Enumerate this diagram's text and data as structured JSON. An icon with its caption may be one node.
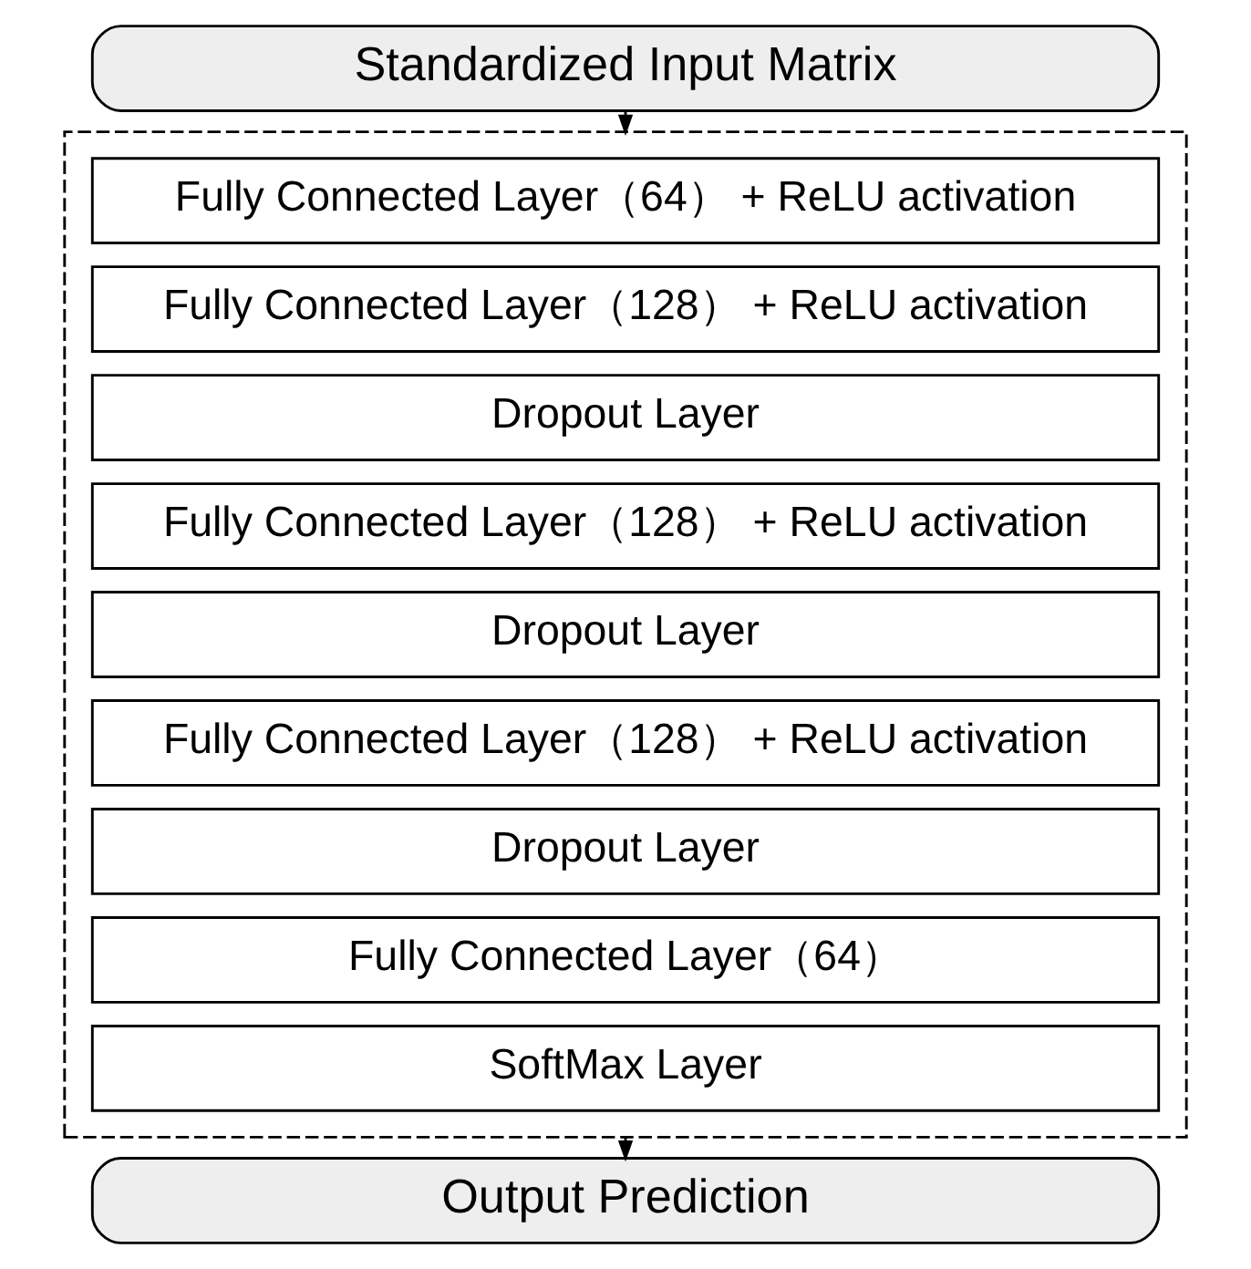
{
  "diagram": {
    "nodes": [
      {
        "text": [
          "Standardized Input Matrix"
        ]
      },
      {
        "text": [],
        "shape": "box"
      },
      {
        "text": [
          "Fully Connected Layer（64） + ReLU activation"
        ],
        "in": 1
      },
      {
        "text": [
          "Fully Connected Layer（128） + ReLU activation"
        ],
        "in": 1
      },
      {
        "text": [
          "Dropout Layer"
        ],
        "in": 1
      },
      {
        "text": [
          "Fully Connected Layer（128） + ReLU activation"
        ],
        "in": 1
      },
      {
        "text": [
          "Dropout Layer"
        ],
        "in": 1
      },
      {
        "text": [
          "Fully Connected Layer（128） + ReLU activation"
        ],
        "in": 1
      },
      {
        "text": [
          "Dropout Layer"
        ],
        "in": 1
      },
      {
        "text": [
          "Fully Connected Layer（64）"
        ],
        "in": 1
      },
      {
        "text": [
          "SoftMax Layer"
        ],
        "in": 1
      },
      {
        "text": [
          "Output Prediction"
        ]
      }
    ],
    "edges": [
      {
        "from": 0,
        "to": 1,
        "arrow": "to"
      },
      {
        "from": 1,
        "to": 11,
        "arrow": "to"
      }
    ]
  }
}
